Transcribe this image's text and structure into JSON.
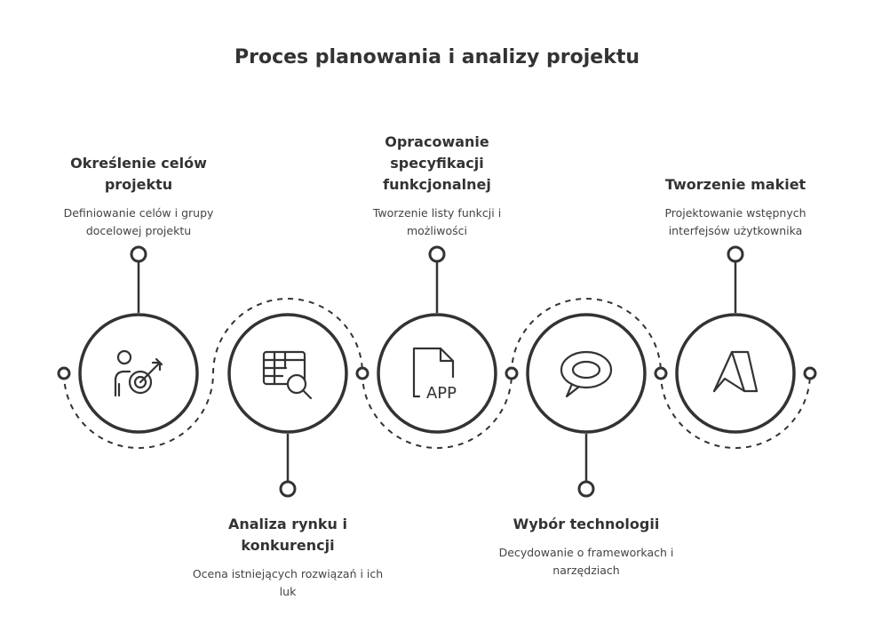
{
  "title": "Proces planowania i analizy projektu",
  "steps": [
    {
      "title": "Określenie celów projektu",
      "description": "Definiowanie celów i grupy docelowej projektu",
      "icon": "person-target-icon"
    },
    {
      "title": "Analiza rynku i konkurencji",
      "description": "Ocena istniejących rozwiązań i ich luk",
      "icon": "table-search-icon"
    },
    {
      "title": "Opracowanie specyfikacji funkcjonalnej",
      "description": "Tworzenie listy funkcji i możliwości",
      "icon": "app-file-icon"
    },
    {
      "title": "Wybór technologii",
      "description": "Decydowanie o frameworkach i narzędziach",
      "icon": "speech-bubble-icon"
    },
    {
      "title": "Tworzenie makiet",
      "description": "Projektowanie wstępnych interfejsów użytkownika",
      "icon": "autodesk-logo-icon"
    }
  ],
  "icon_text": {
    "app": "APP"
  },
  "colors": {
    "stroke": "#333333",
    "background": "#ffffff"
  }
}
